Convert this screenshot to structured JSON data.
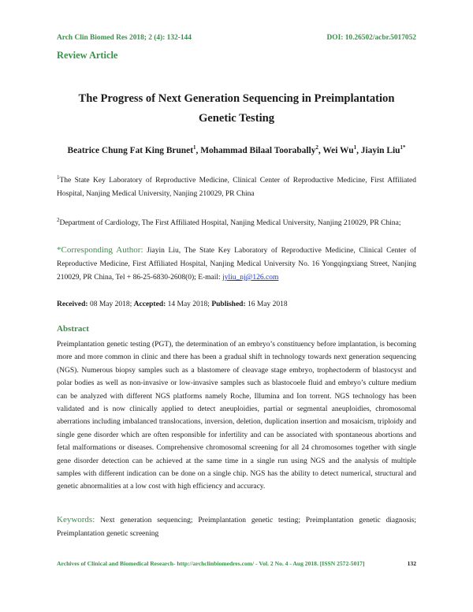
{
  "header": {
    "journal_citation": "Arch Clin Biomed Res 2018; 2 (4): 132-144",
    "doi": "DOI: 10.26502/acbr.5017052"
  },
  "article_type": "Review Article",
  "title_line1": "The Progress of Next Generation Sequencing in Preimplantation",
  "title_line2": "Genetic Testing",
  "authors": [
    {
      "name": "Beatrice Chung Fat King Brunet",
      "sup": "1"
    },
    {
      "name": "Mohammad Bilaal Toorabally",
      "sup": "2"
    },
    {
      "name": "Wei Wu",
      "sup": "1"
    },
    {
      "name": "Jiayin Liu",
      "sup": "1*"
    }
  ],
  "author_sep": ", ",
  "affiliations": [
    {
      "sup": "1",
      "text": "The State Key Laboratory of Reproductive Medicine, Clinical Center of Reproductive Medicine, First Affiliated Hospital, Nanjing Medical University, Nanjing 210029, PR China"
    },
    {
      "sup": "2",
      "text": "Department of Cardiology, The First Affiliated Hospital, Nanjing Medical University, Nanjing 210029, PR China;"
    }
  ],
  "corresponding": {
    "label": "*Corresponding Author:",
    "text": " Jiayin Liu, The State Key Laboratory of Reproductive Medicine, Clinical Center of Reproductive Medicine, First Affiliated Hospital, Nanjing Medical University No. 16 Yongqingxiang Street, Nanjing 210029, PR China, Tel + 86-25-6830-2608(0); E-mail: ",
    "email": "jyliu_nj@126.com"
  },
  "dates": {
    "received_label": "Received:",
    "received": " 08 May 2018; ",
    "accepted_label": "Accepted:",
    "accepted": " 14 May 2018; ",
    "published_label": "Published:",
    "published": " 16 May 2018"
  },
  "abstract": {
    "heading": "Abstract",
    "text": "Preimplantation genetic testing (PGT), the determination of an embryo’s constituency before implantation, is becoming more and more common in clinic and there has been a gradual shift in technology towards next generation sequencing (NGS). Numerous biopsy samples such as a blastomere of cleavage stage embryo, trophectoderm of blastocyst and polar bodies as well as non-invasive or low-invasive samples such as blastocoele fluid and embryo’s culture medium can be analyzed with different NGS platforms namely Roche, Illumina and Ion torrent. NGS technology has been validated and is now clinically applied to detect aneuploidies, partial or segmental aneuploidies, chromosomal aberrations including imbalanced translocations, inversion, deletion, duplication insertion and mosaicism, triploidy and single gene disorder which are often responsible for infertility and can be associated with spontaneous abortions and fetal malformations or diseases. Comprehensive chromosomal screening for all 24 chromosomes together with single gene disorder detection can be achieved at the same time in a single run using NGS and the analysis of multiple samples with different indication can be done on a single chip. NGS has the ability to detect numerical, structural and genetic abnormalities at a low cost with high efficiency and accuracy."
  },
  "keywords": {
    "label": "Keywords:",
    "text": " Next generation sequencing; Preimplantation genetic testing; Preimplantation genetic diagnosis; Preimplantation genetic screening"
  },
  "footer": {
    "text": "Archives of Clinical and Biomedical Research- http://archclinbiomedres.com/ - Vol. 2 No. 4 - Aug 2018. [ISSN 2572-5017]",
    "page_number": "132"
  }
}
